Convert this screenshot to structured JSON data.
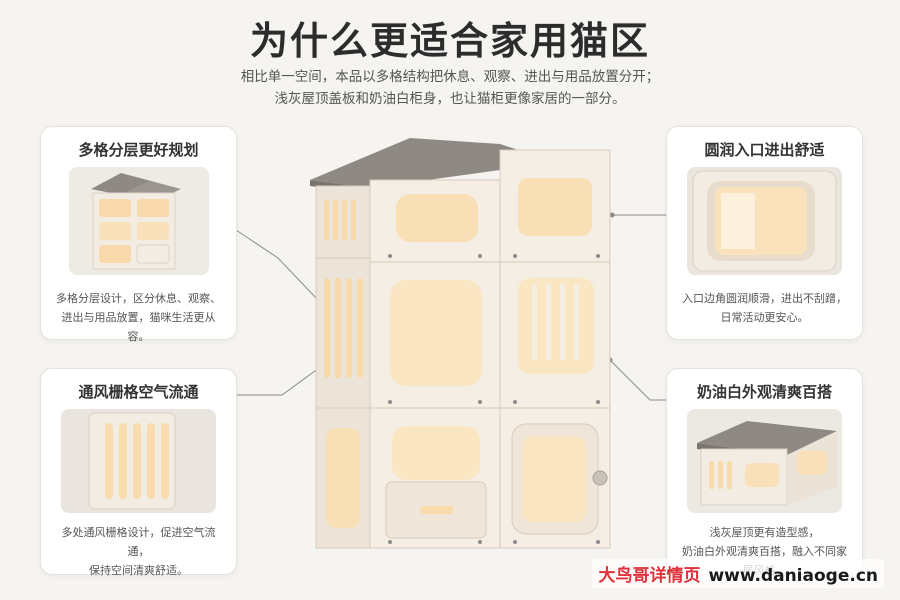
{
  "header": {
    "title": "为什么更适合家用猫区",
    "subtitle_lines": [
      "相比单一空间，本品以多格结构把休息、观察、进出与用品放置分开；",
      "浅灰屋顶盖板和奶油白柜身，也让猫柜更像家居的一部分。"
    ]
  },
  "cards": [
    {
      "title": "多格分层更好规划",
      "desc_lines": [
        "多格分层设计，区分休息、观察、",
        "进出与用品放置，猫咪生活更从容。"
      ],
      "image": "multi-grid-cabinet-thumbnail"
    },
    {
      "title": "通风栅格空气流通",
      "desc_lines": [
        "多处通风栅格设计，促进空气流通，",
        "保持空间清爽舒适。"
      ],
      "image": "ventilation-grille-closeup"
    },
    {
      "title": "圆润入口进出舒适",
      "desc_lines": [
        "入口边角圆润顺滑，进出不刮蹭，",
        "日常活动更安心。"
      ],
      "image": "rounded-entrance-closeup"
    },
    {
      "title": "奶油白外观清爽百搭",
      "desc_lines": [
        "浅灰屋顶更有造型感，",
        "奶油白外观清爽百搭，融入不同家居风格。"
      ],
      "image": "roof-module-closeup"
    }
  ],
  "watermark": {
    "brand": "大鸟哥详情页",
    "url": "www.daniaoge.cn"
  },
  "colors": {
    "background": "#f6f4f0",
    "cabinet_body": "#f3ede4",
    "roof": "#8f8984",
    "glow": "#fbe3bf",
    "watermark_red": "#e0303a"
  }
}
